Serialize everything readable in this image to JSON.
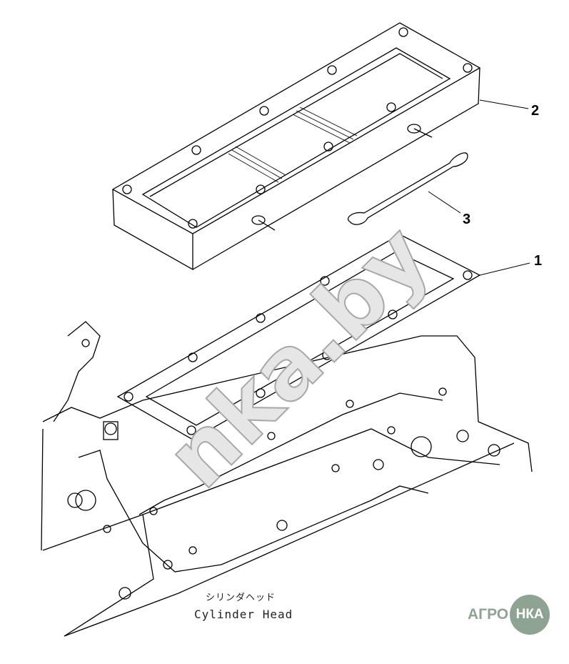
{
  "callouts": {
    "part1": "1",
    "part2": "2",
    "part3": "3"
  },
  "caption": {
    "japanese": "シリンダヘッド",
    "english": "Cylinder Head"
  },
  "watermark": "nka.by",
  "logo": {
    "left": "АГРО",
    "circle": "НКА",
    "color": "#8fa393"
  }
}
